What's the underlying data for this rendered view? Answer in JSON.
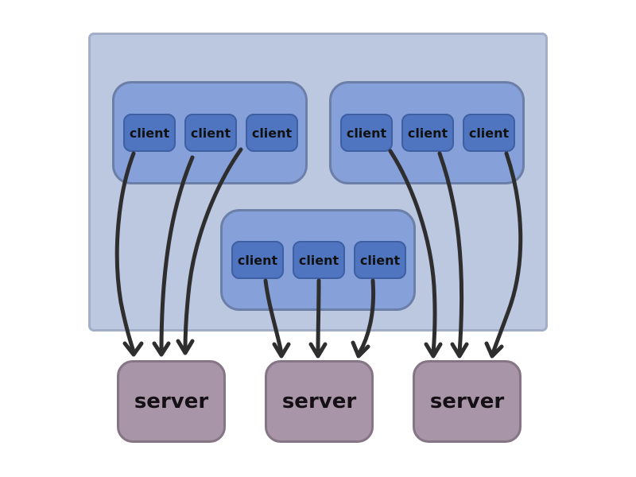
{
  "diagram": {
    "client_label": "client",
    "server_label": "server",
    "colors": {
      "outer_fill": "#bcc8e0",
      "group_fill": "#86a0da",
      "client_fill": "#4f74c0",
      "server_fill": "#a895a8",
      "arrow": "#2e2e2e"
    },
    "groups": [
      {
        "clients": [
          "client",
          "client",
          "client"
        ]
      },
      {
        "clients": [
          "client",
          "client",
          "client"
        ]
      },
      {
        "clients": [
          "client",
          "client",
          "client"
        ]
      }
    ],
    "servers": [
      "server",
      "server",
      "server"
    ]
  }
}
